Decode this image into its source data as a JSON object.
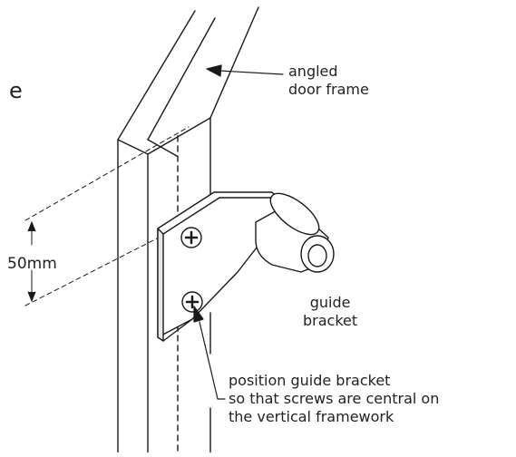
{
  "step_letter": "e",
  "labels": {
    "angled_frame": "angled\ndoor frame",
    "dimension": "50mm",
    "guide_bracket": "guide\nbracket",
    "position_note": "position guide bracket\nso that screws are central on\nthe vertical framework"
  },
  "colors": {
    "line": "#1a1a1a",
    "bracket_side": "#e8e8e8",
    "background": "#ffffff"
  }
}
